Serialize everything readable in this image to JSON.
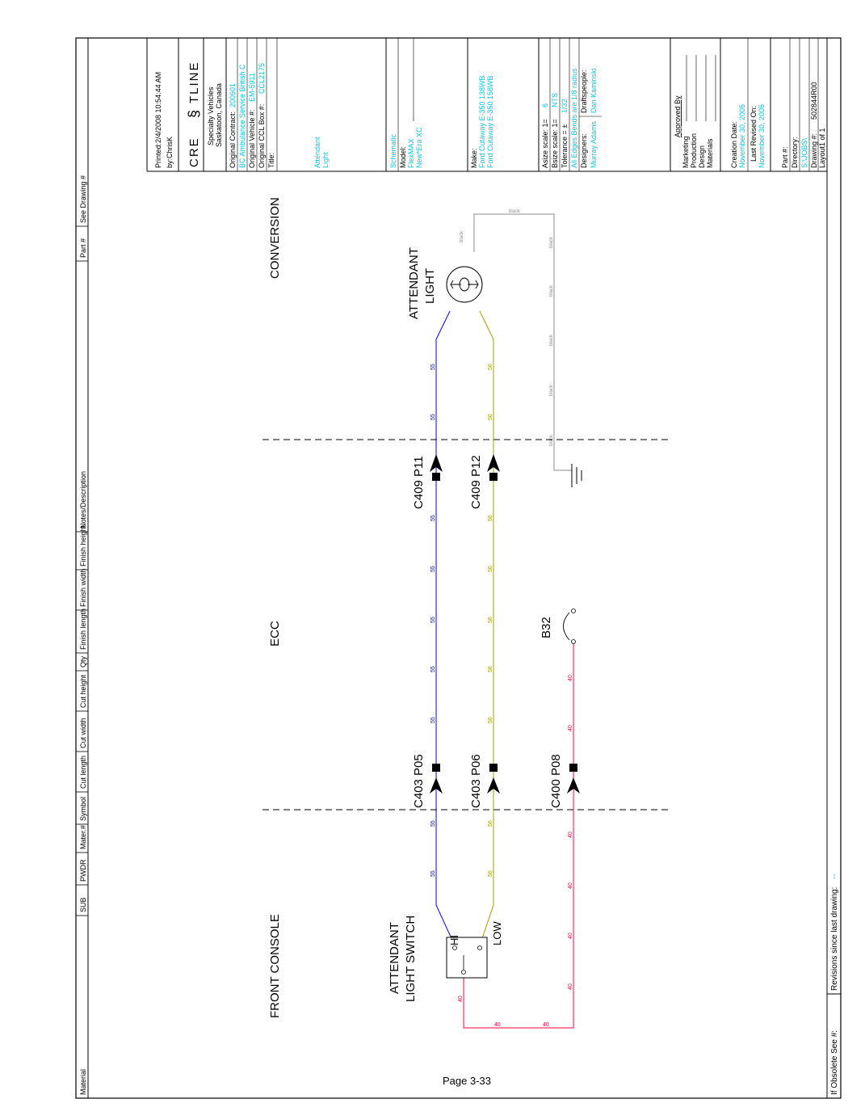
{
  "header_columns": [
    "Material",
    "SUB",
    "PWDR",
    "Mater.#",
    "Symbol",
    "Cut length",
    "Cut width",
    "Cut height",
    "Qty",
    "Finish length",
    "Finish width",
    "Finish height",
    "Notes/Description",
    "Part #",
    "See Drawing #"
  ],
  "footer": {
    "obsolete": "If Obsolete See #:",
    "revisions": "Revisions since last drawing:",
    "revisions_value": "--"
  },
  "page_label": "Page 3-33",
  "sections": {
    "front_console": "FRONT CONSOLE",
    "ecc": "ECC",
    "conversion": "CONVERSION"
  },
  "components": {
    "switch_line1": "ATTENDANT",
    "switch_line2": "LIGHT SWITCH",
    "switch_hi": "HI",
    "switch_low": "LOW",
    "light_line1": "ATTENDANT",
    "light_line2": "LIGHT",
    "breaker": "B32"
  },
  "connectors": {
    "c403_p05": "C403 P05",
    "c403_p06": "C403 P06",
    "c400_p08": "C400 P08",
    "c409_p11": "C409 P11",
    "c409_p12": "C409 P12"
  },
  "wires": {
    "w55": "55",
    "w56": "56",
    "w40": "40",
    "black": "black"
  },
  "colors": {
    "wire_55": "#0000ff",
    "wire_56": "#a0a000",
    "wire_40": "#ff0040",
    "wire_black": "#8c8c8c",
    "highlight_text": "#00c8e8"
  },
  "title_block": {
    "printed": "Printed:2/4/2008 10:54:44 AM",
    "by": "by:ChrisK",
    "logo_left": "CRE",
    "logo_right": "TLINE",
    "company_line1": "Specialty Vehicles",
    "company_line2": "Saskatoon, Canada",
    "original_contract_label": "Original Contract:",
    "original_contract_value": "200601",
    "bc_row": "BC Ambulance Service British C",
    "original_vehicle_label": "Original Vehicle #:",
    "original_vehicle_value": "EM-5911",
    "original_ccl_label": "Original CCL Box #:",
    "original_ccl_value": "CCL2175",
    "title_label": "Title:",
    "title_line1": "Attendant",
    "title_line2": "Light",
    "schematic": "Schematic",
    "model_label": "Model:",
    "model_line1": "FlexMAX",
    "model_line2": "New*Era XC",
    "make_label": "Make:",
    "make_line1": "Ford Cutaway E-350 138WB",
    "make_line2": "Ford Cutaway E-350 158WB",
    "asize_label": "Asize scale: 1=",
    "asize_value": "6",
    "bsize_label": "Bsize scale: 1=",
    "bsize_value": "NTS",
    "tolerance_label": "Tolerance = ±",
    "tolerance_value": "1/32",
    "all_edges": "All Edges Bends are 1/8 radius",
    "designers_label": "Designers:",
    "draftspeople_label": "Draftspeople:",
    "designer_value": "Murray Adams",
    "draftspeople_value": "Dan Kaminski",
    "approved_by": "Approved By",
    "approval_1": "Marketing",
    "approval_2": "Production",
    "approval_3": "Design",
    "approval_4": "Materials",
    "creation_label": "Creation Date:",
    "creation_value": "November 30, 2005",
    "revised_label": "Last Revised On:",
    "revised_value": "November 30, 2005",
    "part_label": "Part #:",
    "directory_label": "Directory:",
    "directory_value": "S:\\JOBS\\",
    "drawing_label": "Drawing #:",
    "drawing_value": "502844R00",
    "layout": "Layout1 of 1"
  }
}
